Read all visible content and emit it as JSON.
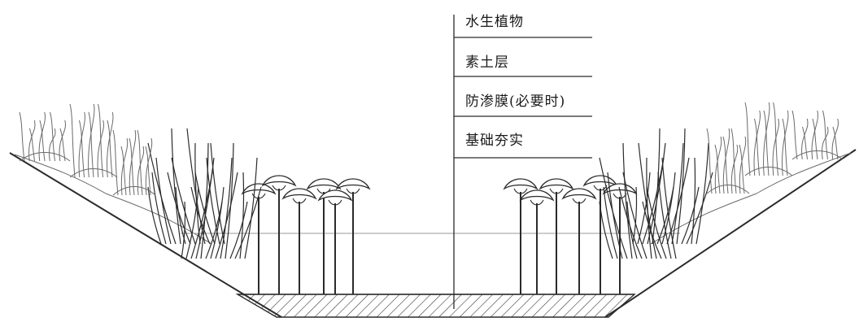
{
  "diagram": {
    "layers": [
      {
        "label": "水生植物"
      },
      {
        "label": "素土层"
      },
      {
        "label": "防渗膜(必要时)"
      },
      {
        "label": "基础夯实"
      }
    ],
    "colors": {
      "line": "#2b2b2b",
      "stroke_light": "#6a6a6a",
      "hatch": "#3a3a3a",
      "background": "#ffffff"
    },
    "icons": [
      "reed-plant-icon",
      "lotus-plant-icon",
      "shrub-icon",
      "hatched-soil-layer"
    ]
  }
}
